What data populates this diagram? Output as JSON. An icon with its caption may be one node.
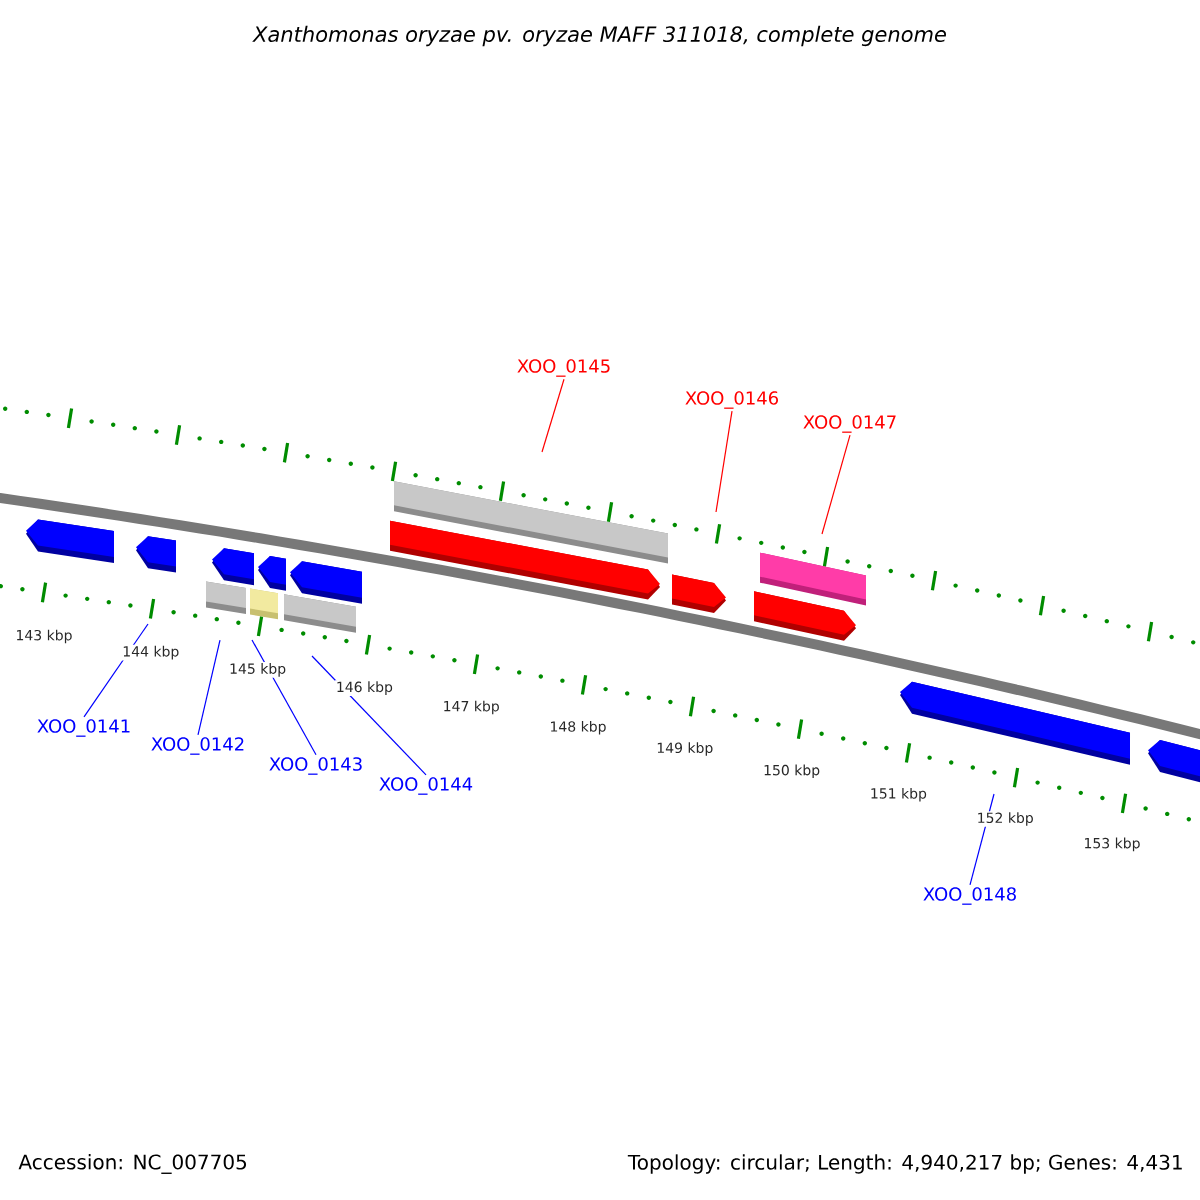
{
  "diagram": {
    "title": "Xanthomonas oryzae pv. oryzae MAFF 311018, complete genome",
    "nodes": [
      {
        "text": [
          "XOO_0145"
        ]
      },
      {
        "text": [
          "XOO_0146"
        ]
      },
      {
        "text": [
          "XOO_0147"
        ]
      },
      {
        "text": [
          "XOO_0141"
        ]
      },
      {
        "text": [
          "XOO_0142"
        ]
      },
      {
        "text": [
          "XOO_0143"
        ]
      },
      {
        "text": [
          "XOO_0144"
        ]
      },
      {
        "text": [
          "XOO_0148"
        ]
      }
    ],
    "edges": [
      {
        "from": 0,
        "to": null,
        "arrow": "none",
        "color": "#ff0000"
      },
      {
        "from": 1,
        "to": null,
        "arrow": "none",
        "color": "#ff0000"
      },
      {
        "from": 2,
        "to": null,
        "arrow": "none",
        "color": "#ff0000"
      },
      {
        "from": 3,
        "to": null,
        "arrow": "none"
      },
      {
        "from": 4,
        "to": null,
        "arrow": "none"
      },
      {
        "from": 5,
        "to": null,
        "arrow": "none"
      },
      {
        "from": 6,
        "to": null,
        "arrow": "none"
      },
      {
        "from": 7,
        "to": null,
        "arrow": "none"
      }
    ],
    "labels": [
      "143 kbp",
      "144 kbp",
      "145 kbp",
      "146 kbp",
      "147 kbp",
      "148 kbp",
      "149 kbp",
      "150 kbp",
      "151 kbp",
      "152 kbp",
      "153 kbp",
      "Accession: NC_007705",
      "Topology: circular; Length: 4,940,217 bp; Genes: 4,431"
    ]
  }
}
